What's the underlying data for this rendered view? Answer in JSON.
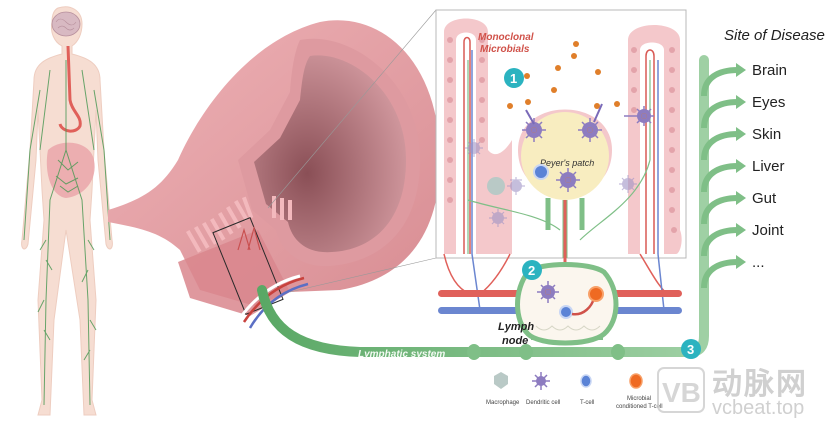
{
  "figure": {
    "callout_labels": {
      "monoclonal_microbials": [
        "Monoclonal",
        "Microbials"
      ],
      "peyers_patch": "Peyer's patch",
      "lymph_node": [
        "Lymph",
        "node"
      ],
      "lymphatic_system": "Lymphatic system"
    },
    "steps": [
      "1",
      "2",
      "3"
    ],
    "site_of_disease": {
      "title": "Site of Disease",
      "items": [
        "Brain",
        "Eyes",
        "Skin",
        "Liver",
        "Gut",
        "Joint",
        "..."
      ]
    },
    "legend": [
      {
        "label": "Macrophage",
        "color": "#b9c9c6"
      },
      {
        "label": "Dendritic cell",
        "color": "#8d7cc0"
      },
      {
        "label": "T-cell",
        "color": "#5b83d6"
      },
      {
        "label": "Microbial conditioned T-cell",
        "label_lines": [
          "Microbial",
          "conditioned T-cell"
        ],
        "color": "#ef6a22"
      }
    ],
    "colors": {
      "lymph_green": "#7fbf87",
      "artery_red": "#e0605a",
      "vein_blue": "#6b86d0",
      "step_teal": "#2bb3c0",
      "microbe_orange": "#e07f2a",
      "gut_pink": "#e8a0a5",
      "villus_pink": "#f2c4c8",
      "peyer_yellow": "#f8edc0"
    }
  },
  "watermark": {
    "logo_text": "VB",
    "chinese": "动脉网",
    "domain": "vcbeat.top"
  }
}
